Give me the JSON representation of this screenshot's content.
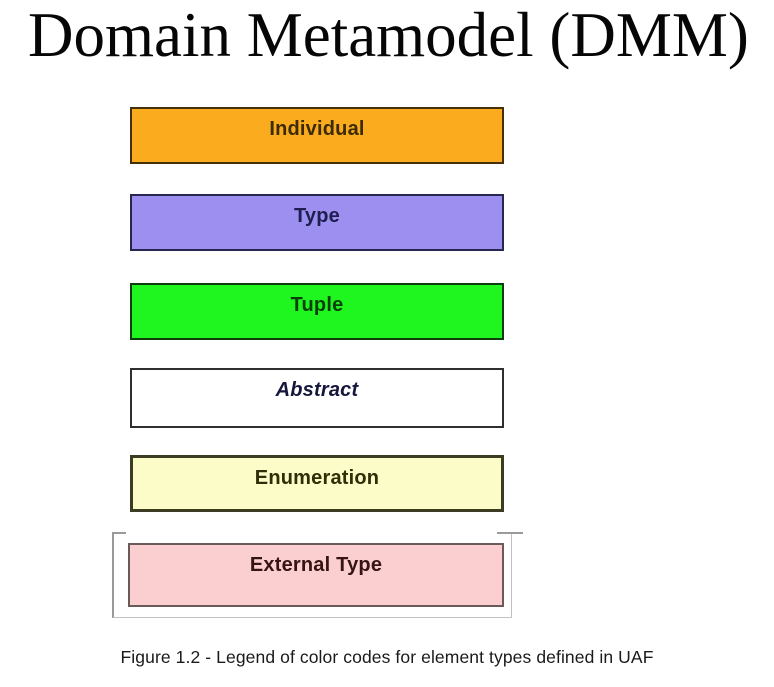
{
  "page": {
    "title": "Domain Metamodel (DMM)",
    "background_color": "#ffffff"
  },
  "legend": {
    "items": [
      {
        "label": "Individual",
        "fill": "#FAAB1E",
        "border": "#43300a",
        "text_color": "#3d2b05",
        "italic": false
      },
      {
        "label": "Type",
        "fill": "#9C8FF0",
        "border": "#26264e",
        "text_color": "#1e1e50",
        "italic": false
      },
      {
        "label": "Tuple",
        "fill": "#1FF61F",
        "border": "#0d3d0d",
        "text_color": "#074007",
        "italic": false
      },
      {
        "label": "Abstract",
        "fill": "#FFFFFF",
        "border": "#2f2f2f",
        "text_color": "#16163c",
        "italic": true
      },
      {
        "label": "Enumeration",
        "fill": "#FCFCC9",
        "border": "#3c3c22",
        "text_color": "#2e2e08",
        "italic": false
      },
      {
        "label": "External Type",
        "fill": "#FBCFD0",
        "border": "#6b5a5a",
        "text_color": "#351414",
        "italic": false
      }
    ],
    "frame_color": "#9a9a9a"
  },
  "caption": {
    "text": "Figure 1.2 - Legend of color codes for element types defined in UAF"
  }
}
